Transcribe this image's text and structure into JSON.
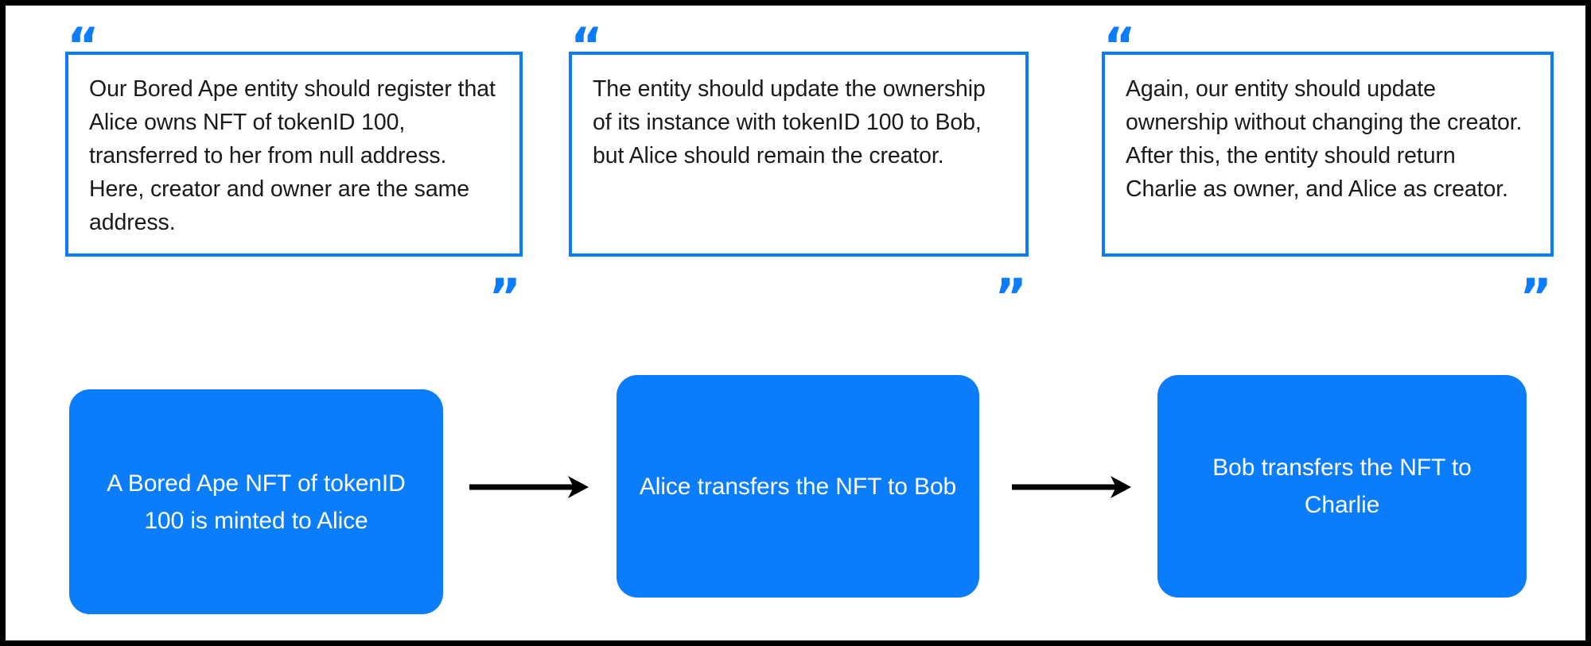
{
  "theme": {
    "accent_blue": "#0b7cfa",
    "node_fill": "#0b7cfa",
    "node_text": "#ffffff",
    "quote_text": "#1a1a1a",
    "canvas": "#ffffff",
    "frame": "#000000",
    "arrow": "#000000"
  },
  "quotes": [
    {
      "open_mark": "“",
      "close_mark": "”",
      "text": "Our Bored Ape entity should register that Alice owns NFT of tokenID 100, transferred to her from null address. Here, creator and owner are the same address."
    },
    {
      "open_mark": "“",
      "close_mark": "”",
      "text": "The entity should update the ownership of its instance with tokenID 100 to Bob, but Alice should remain the creator."
    },
    {
      "open_mark": "“",
      "close_mark": "”",
      "text": "Again, our entity should update ownership without changing the creator. After this, the entity should return Charlie as owner, and Alice as creator."
    }
  ],
  "flow": {
    "nodes": [
      {
        "label": "A Bored Ape NFT of tokenID 100 is minted to Alice"
      },
      {
        "label": "Alice transfers the NFT to Bob"
      },
      {
        "label": "Bob transfers the NFT to Charlie"
      }
    ],
    "connectors": [
      {
        "icon": "arrow-right-icon"
      },
      {
        "icon": "arrow-right-icon"
      }
    ]
  }
}
